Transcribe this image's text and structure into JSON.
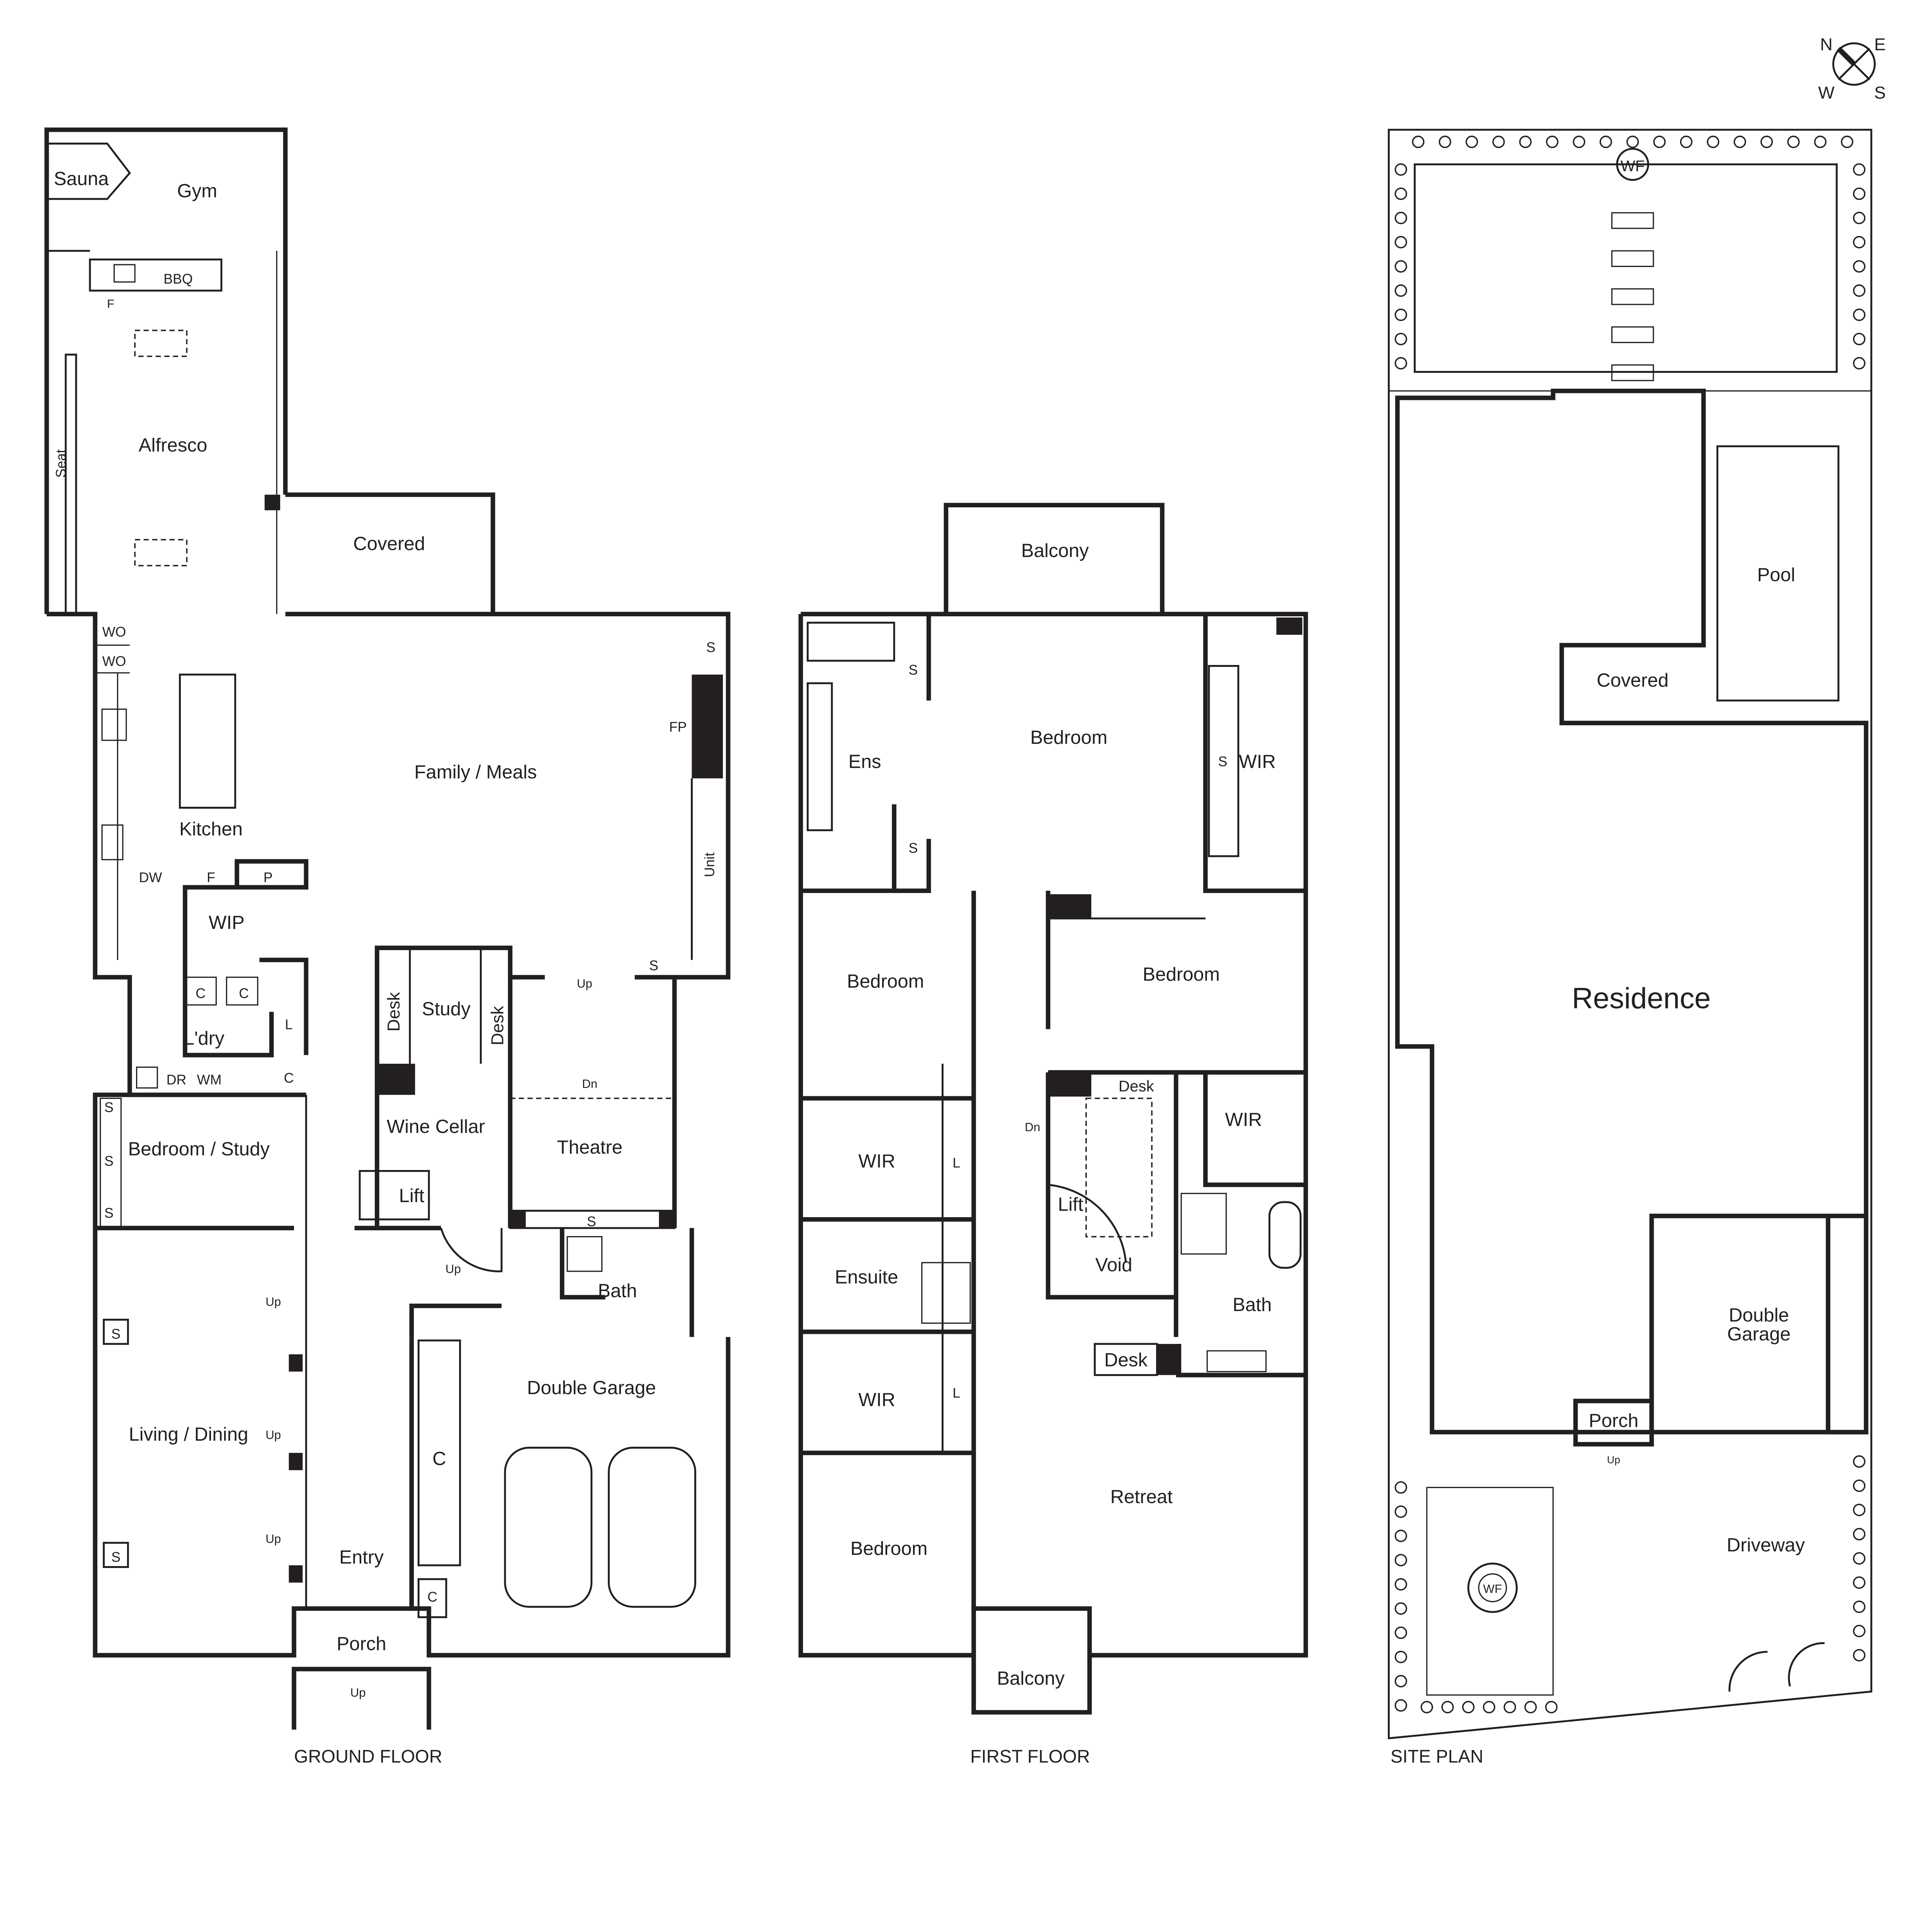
{
  "compass": {
    "n": "N",
    "e": "E",
    "s": "S",
    "w": "W",
    "icon": "compass-rose-icon"
  },
  "ground_floor": {
    "caption": "GROUND FLOOR",
    "rooms": [
      "Sauna",
      "Gym",
      "BBQ",
      "F",
      "Alfresco",
      "Seat",
      "Covered",
      "WO",
      "WO",
      "Kitchen",
      "DW",
      "F",
      "P",
      "WIP",
      "Family / Meals",
      "FP",
      "S",
      "Unit",
      "C",
      "C",
      "L",
      "L'dry",
      "DR",
      "WM",
      "C",
      "Desk",
      "Study",
      "Desk",
      "Up",
      "S",
      "Dn",
      "Theatre",
      "Wine Cellar",
      "Lift",
      "Up",
      "S",
      "Bath",
      "S",
      "S",
      "S",
      "Bedroom / Study",
      "S",
      "S",
      "Living / Dining",
      "Up",
      "Up",
      "Up",
      "Double Garage",
      "C",
      "C",
      "Entry",
      "Porch",
      "Up"
    ]
  },
  "first_floor": {
    "caption": "FIRST FLOOR",
    "rooms": [
      "Balcony",
      "Bedroom",
      "S",
      "S",
      "Ens",
      "S",
      "WIR",
      "Bedroom",
      "Bedroom",
      "Desk",
      "Dn",
      "WIR",
      "WIR",
      "L",
      "Lift",
      "Void",
      "Ensuite",
      "Bath",
      "Desk",
      "WIR",
      "L",
      "Retreat",
      "Bedroom",
      "Balcony"
    ]
  },
  "site_plan": {
    "caption": "SITE PLAN",
    "rooms": [
      "WF",
      "Pool",
      "Covered",
      "Residence",
      "Double Garage",
      "Porch",
      "Up",
      "WF",
      "Driveway"
    ]
  }
}
